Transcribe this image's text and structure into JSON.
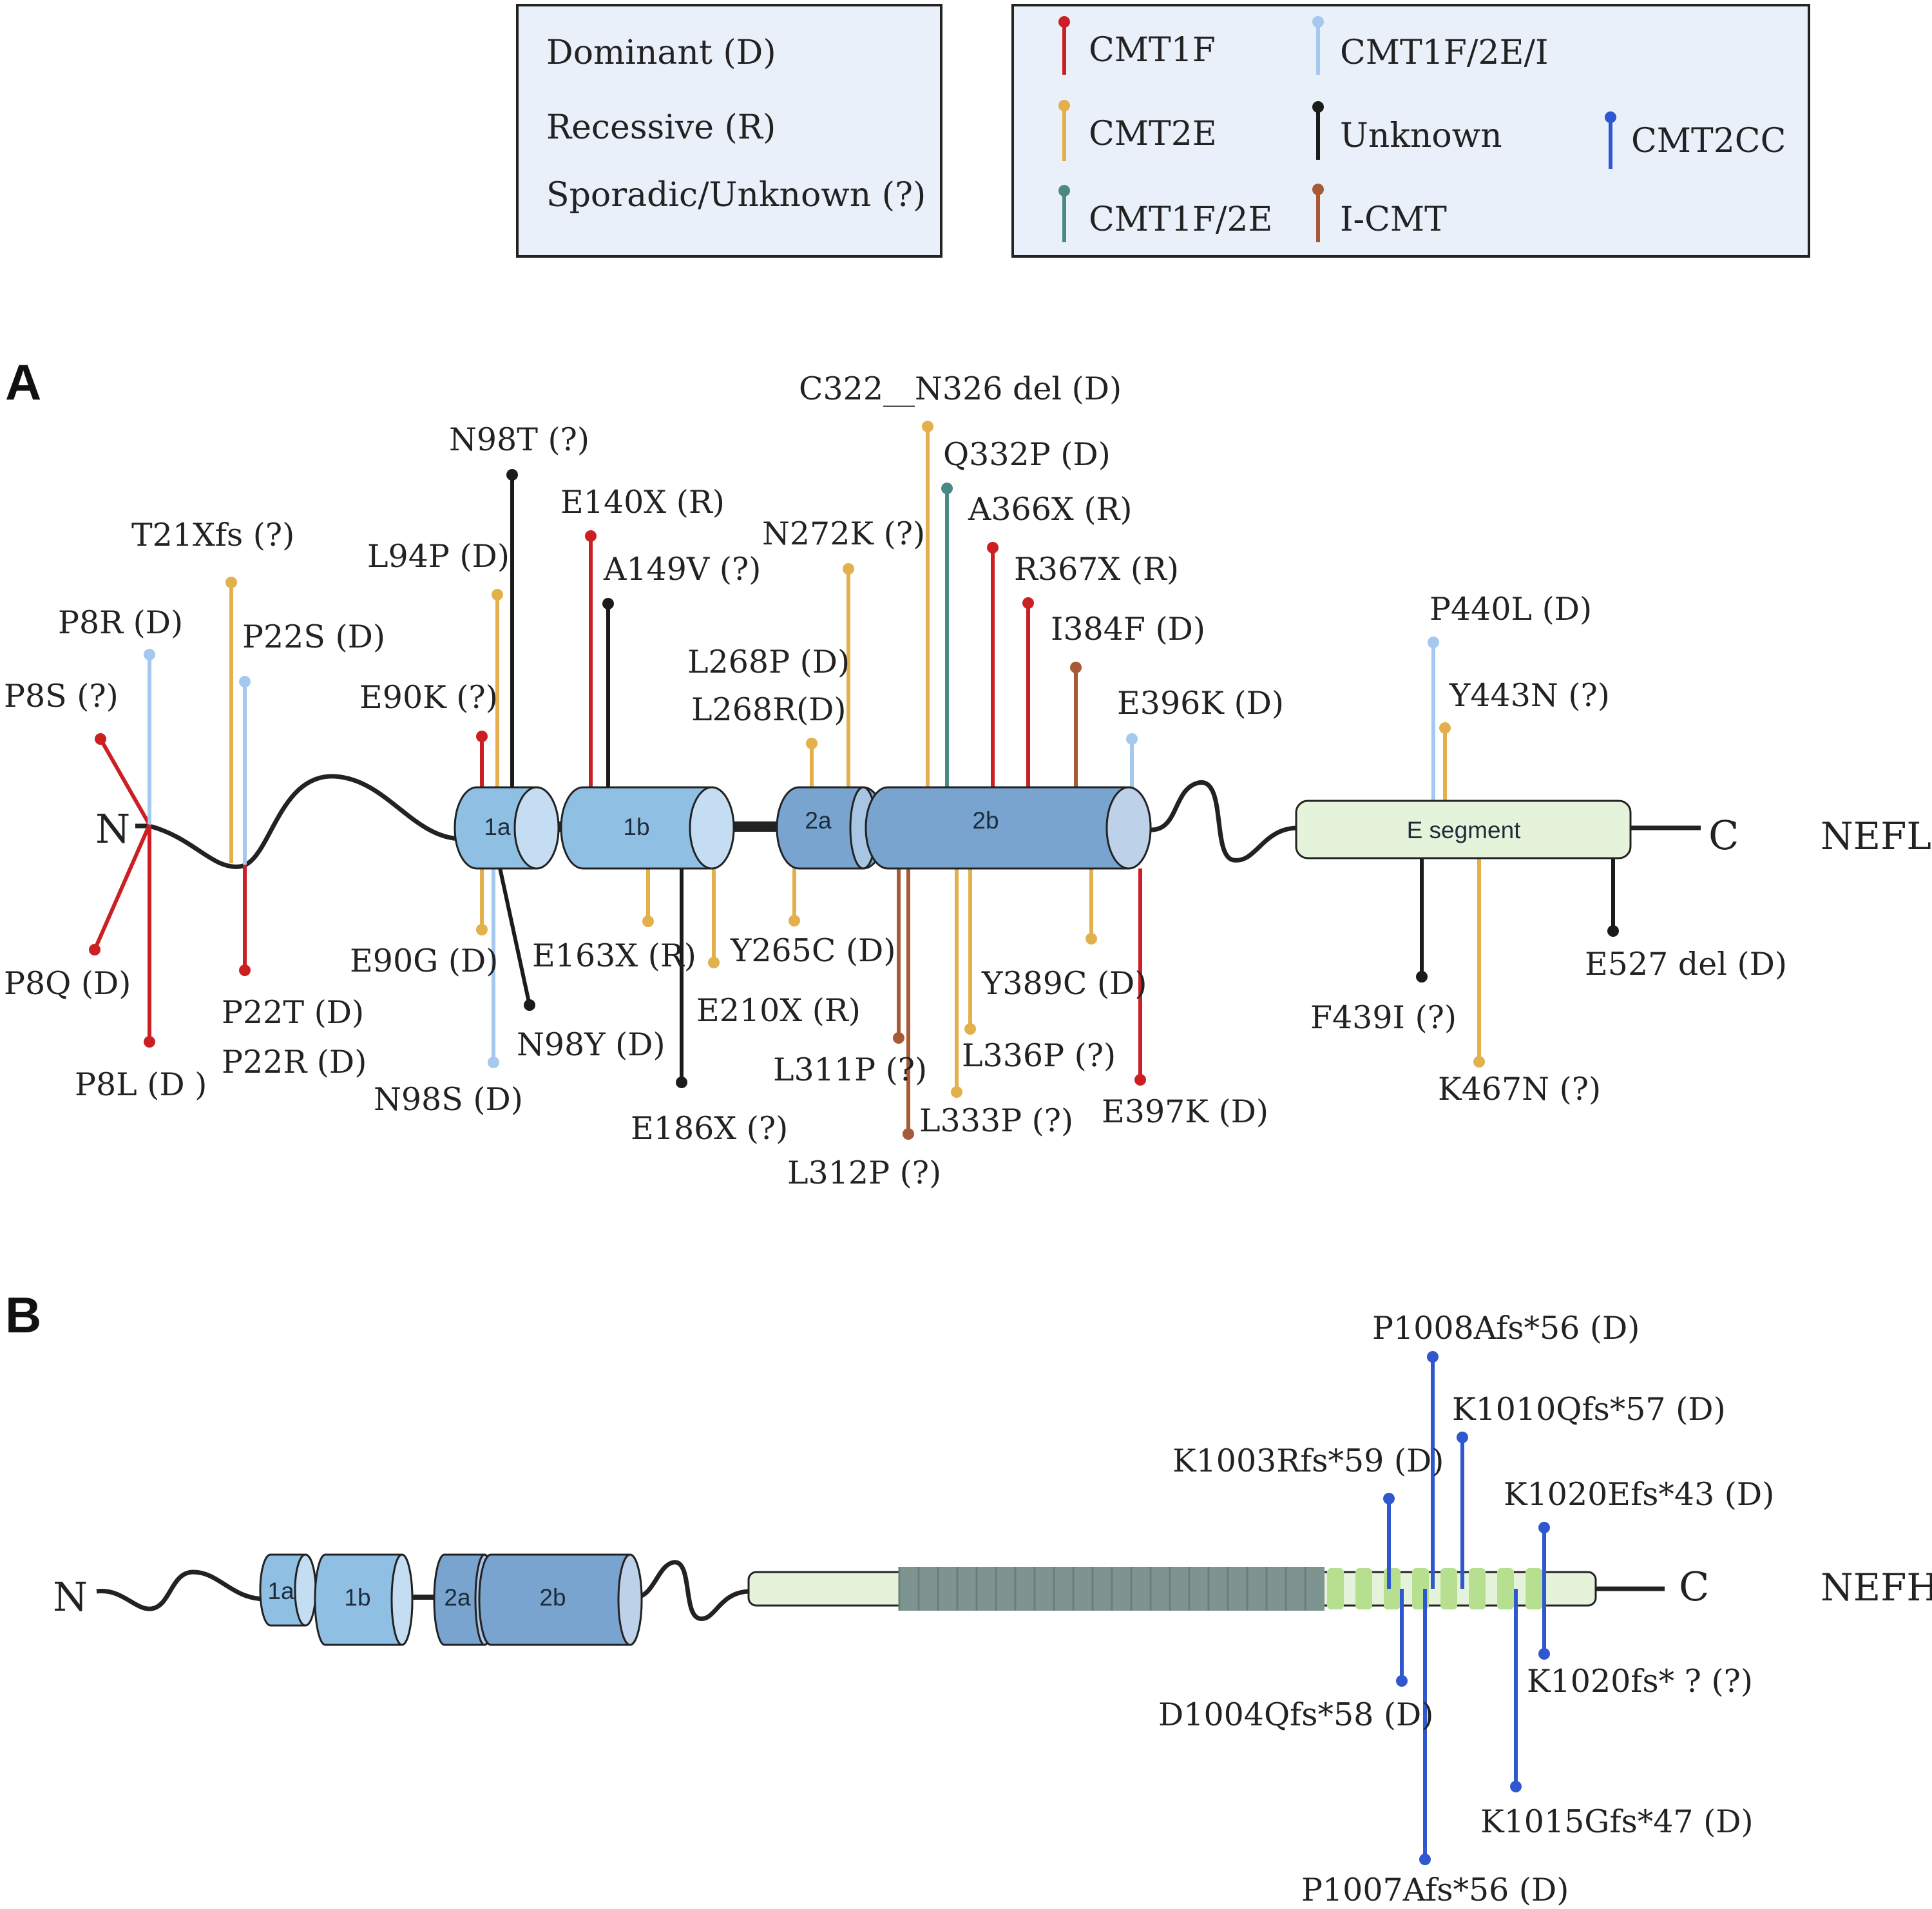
{
  "colors": {
    "CMT1F": "#cc1f24",
    "CMT1F/2E/I": "#a4c8ee",
    "CMT2E": "#e2b14d",
    "Unknown": "#1b1b1b",
    "CMT2CC": "#2f57cf",
    "CMT1F/2E": "#4b8a84",
    "I-CMT": "#a65a36",
    "domain_light": "#8fbfe3",
    "domain_dark": "#78a4cf",
    "esegment": "#e5f3da",
    "repeat_grey": "#7e9491",
    "repeat_green": "#b6e08f",
    "legend_bg": "#eaf0fa"
  },
  "legend_inheritance": {
    "items": [
      "Dominant (D)",
      "Recessive (R)",
      "Sporadic/Unknown (?)"
    ]
  },
  "legend_phenotype": {
    "items": [
      {
        "label": "CMT1F",
        "color_key": "CMT1F"
      },
      {
        "label": "CMT1F/2E/I",
        "color_key": "CMT1F/2E/I"
      },
      {
        "label": "CMT2E",
        "color_key": "CMT2E"
      },
      {
        "label": "Unknown",
        "color_key": "Unknown"
      },
      {
        "label": "CMT2CC",
        "color_key": "CMT2CC"
      },
      {
        "label": "CMT1F/2E",
        "color_key": "CMT1F/2E"
      },
      {
        "label": "I-CMT",
        "color_key": "I-CMT"
      }
    ]
  },
  "panel_a": {
    "label": "A",
    "n_terminus": "N",
    "c_terminus": "C",
    "protein": "NEFL",
    "domains": [
      "1a",
      "1b",
      "2a",
      "2b"
    ],
    "e_segment": "E segment",
    "mutations": [
      {
        "label": "P8S (?)",
        "color_key": "CMT1F"
      },
      {
        "label": "P8R (D)",
        "color_key": "CMT1F/2E/I"
      },
      {
        "label": "P8Q (D)",
        "color_key": "CMT1F"
      },
      {
        "label": "P8L (D )",
        "color_key": "CMT1F"
      },
      {
        "label": "T21Xfs (?)",
        "color_key": "CMT2E"
      },
      {
        "label": "P22S (D)",
        "color_key": "CMT1F/2E/I"
      },
      {
        "label": "P22T (D)",
        "color_key": "CMT1F"
      },
      {
        "label": "P22R (D)",
        "color_key": "CMT1F"
      },
      {
        "label": "E90K (?)",
        "color_key": "CMT1F"
      },
      {
        "label": "L94P (D)",
        "color_key": "CMT2E"
      },
      {
        "label": "N98T (?)",
        "color_key": "Unknown"
      },
      {
        "label": "E90G (D)",
        "color_key": "CMT2E"
      },
      {
        "label": "N98S (D)",
        "color_key": "CMT1F/2E/I"
      },
      {
        "label": "N98Y (D)",
        "color_key": "Unknown"
      },
      {
        "label": "E140X (R)",
        "color_key": "CMT1F"
      },
      {
        "label": "A149V (?)",
        "color_key": "Unknown"
      },
      {
        "label": "E163X (R)",
        "color_key": "CMT2E"
      },
      {
        "label": "E186X (?)",
        "color_key": "Unknown"
      },
      {
        "label": "E210X (R)",
        "color_key": "CMT2E"
      },
      {
        "label": "L268P (D)",
        "color_key": "CMT2E"
      },
      {
        "label": "L268R(D)",
        "color_key": "CMT2E"
      },
      {
        "label": "N272K (?)",
        "color_key": "CMT2E"
      },
      {
        "label": "Y265C (D)",
        "color_key": "CMT2E"
      },
      {
        "label": "C322__N326 del (D)",
        "color_key": "CMT2E"
      },
      {
        "label": "Q332P (D)",
        "color_key": "CMT1F/2E"
      },
      {
        "label": "A366X (R)",
        "color_key": "CMT1F"
      },
      {
        "label": "R367X (R)",
        "color_key": "CMT1F"
      },
      {
        "label": "I384F (D)",
        "color_key": "I-CMT"
      },
      {
        "label": "E396K (D)",
        "color_key": "CMT1F/2E/I"
      },
      {
        "label": "L311P (?)",
        "color_key": "I-CMT"
      },
      {
        "label": "L312P (?)",
        "color_key": "I-CMT"
      },
      {
        "label": "L333P (?)",
        "color_key": "CMT2E"
      },
      {
        "label": "L336P (?)",
        "color_key": "CMT2E"
      },
      {
        "label": "Y389C (D)",
        "color_key": "CMT2E"
      },
      {
        "label": "E397K (D)",
        "color_key": "CMT1F"
      },
      {
        "label": "P440L (D)",
        "color_key": "CMT1F/2E/I"
      },
      {
        "label": "Y443N (?)",
        "color_key": "CMT2E"
      },
      {
        "label": "F439I (?)",
        "color_key": "Unknown"
      },
      {
        "label": "K467N (?)",
        "color_key": "CMT2E"
      },
      {
        "label": "E527 del (D)",
        "color_key": "Unknown"
      }
    ]
  },
  "panel_b": {
    "label": "B",
    "n_terminus": "N",
    "c_terminus": "C",
    "protein": "NEFH",
    "domains": [
      "1a",
      "1b",
      "2a",
      "2b"
    ],
    "mutations": [
      {
        "label": "P1008Afs*56 (D)",
        "color_key": "CMT2CC"
      },
      {
        "label": "K1010Qfs*57 (D)",
        "color_key": "CMT2CC"
      },
      {
        "label": "K1003Rfs*59 (D)",
        "color_key": "CMT2CC"
      },
      {
        "label": "K1020Efs*43 (D)",
        "color_key": "CMT2CC"
      },
      {
        "label": "D1004Qfs*58 (D)",
        "color_key": "CMT2CC"
      },
      {
        "label": "K1020fs* ? (?)",
        "color_key": "CMT2CC"
      },
      {
        "label": "K1015Gfs*47 (D)",
        "color_key": "CMT2CC"
      },
      {
        "label": "P1007Afs*56 (D)",
        "color_key": "CMT2CC"
      }
    ]
  }
}
